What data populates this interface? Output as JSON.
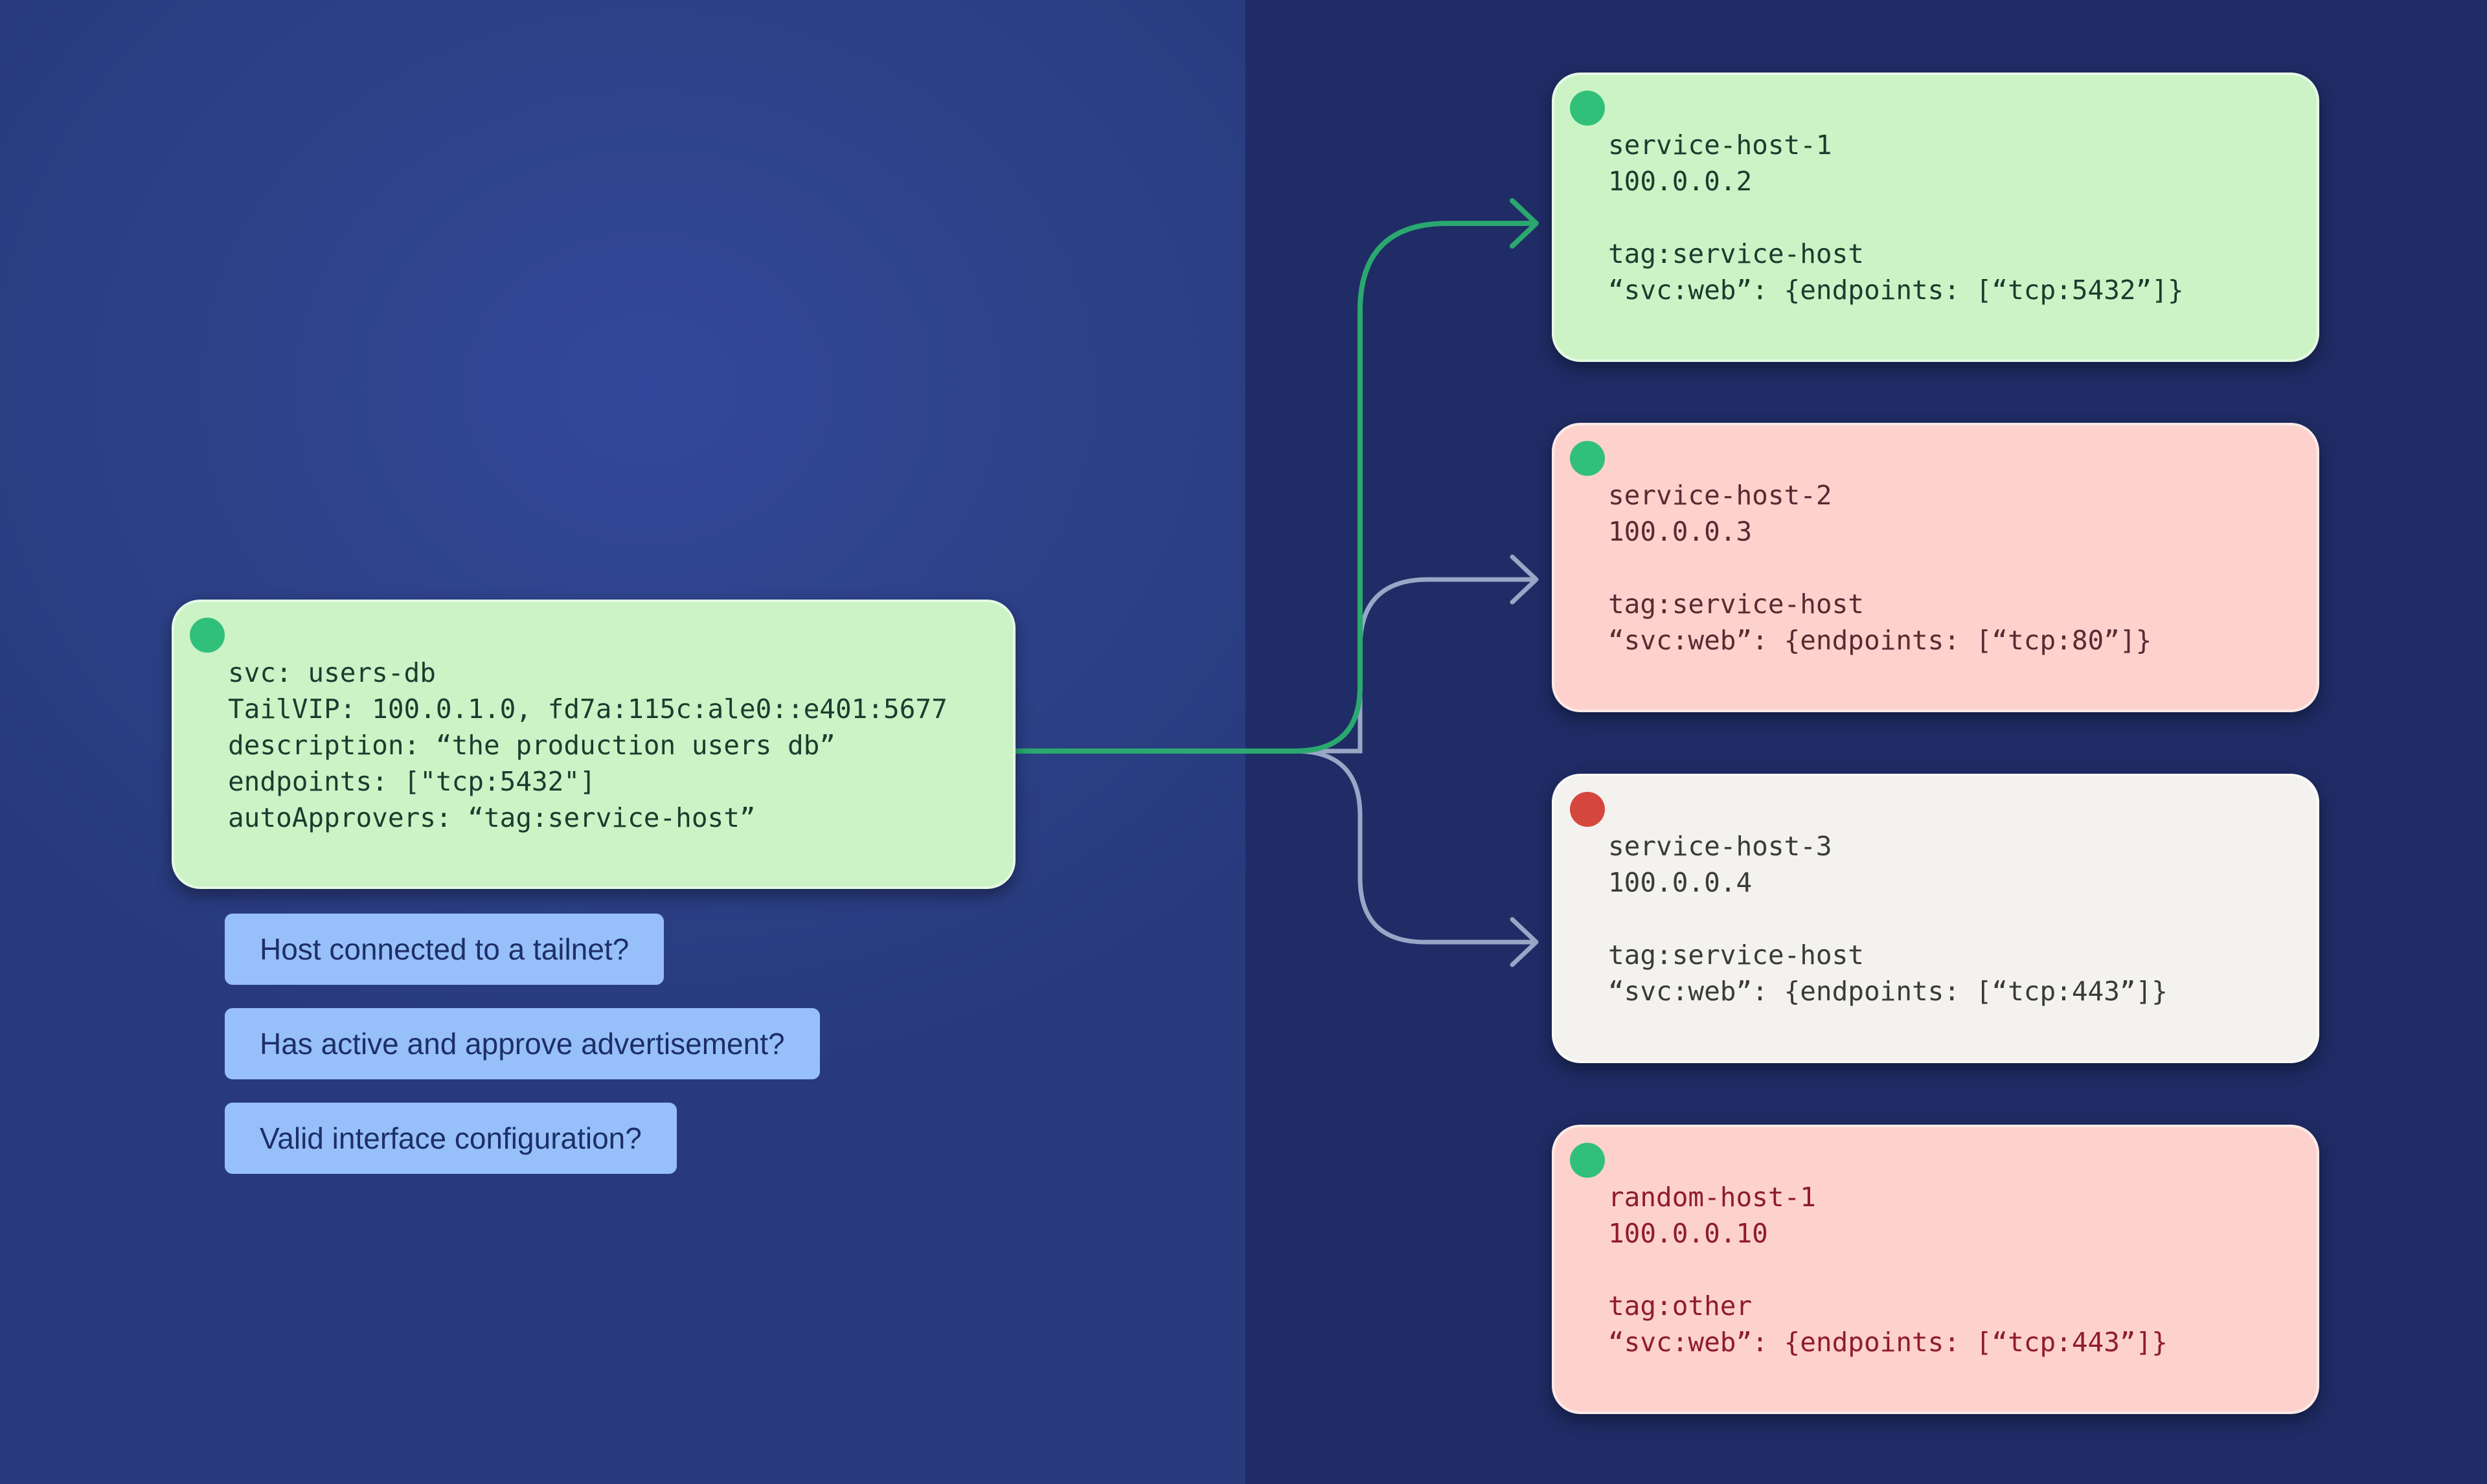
{
  "colors": {
    "status_ok": "#31c07a",
    "status_error": "#d5463f",
    "link_active": "#2aa870",
    "link_inactive": "#9aa6c6",
    "card_green": "#cbf3c6",
    "card_red": "#fdd2cd",
    "card_grey": "#f3f2ef",
    "check_badge": "#97c0fb"
  },
  "service": {
    "status": "ok",
    "lines": [
      "svc: users-db",
      "TailVIP: 100.0.1.0, fd7a:115c:ale0::e401:5677",
      "description: “the production users db”",
      "endpoints: [\"tcp:5432\"]",
      "autoApprovers: “tag:service-host”"
    ]
  },
  "checks": [
    "Host connected to a tailnet?",
    "Has active and approve advertisement?",
    "Valid interface configuration?"
  ],
  "hosts": [
    {
      "status": "ok",
      "link": "active",
      "name": "service-host-1",
      "ip": "100.0.0.2",
      "tag": "tag:service-host",
      "service": "“svc:web”: {endpoints: [“tcp:5432”]}"
    },
    {
      "status": "ok",
      "link": "inactive",
      "name": "service-host-2",
      "ip": "100.0.0.3",
      "tag": "tag:service-host",
      "service": "“svc:web”: {endpoints: [“tcp:80”]}"
    },
    {
      "status": "error",
      "link": "inactive",
      "name": "service-host-3",
      "ip": "100.0.0.4",
      "tag": "tag:service-host",
      "service": "“svc:web”: {endpoints: [“tcp:443”]}"
    },
    {
      "status": "ok",
      "link": "none",
      "name": "random-host-1",
      "ip": "100.0.0.10",
      "tag": "tag:other",
      "service": "“svc:web”: {endpoints: [“tcp:443”]}"
    }
  ]
}
